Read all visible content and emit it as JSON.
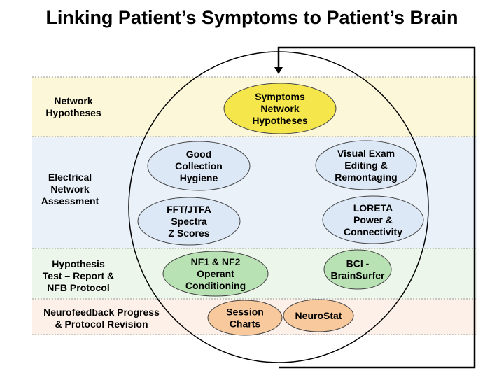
{
  "title": "Linking Patient’s Symptoms to Patient’s Brain",
  "colors": {
    "band_network": "#fbf7d8",
    "band_electrical": "#eaf1f9",
    "band_hypothesis": "#edf6ea",
    "band_progress": "#fdf0e8",
    "yellow_node": "#f5e64b",
    "blue_node": "#dde8f6",
    "green_node": "#b8e2b4",
    "orange_node": "#f7c99c",
    "node_stroke": "#444444"
  },
  "bands": [
    {
      "label_lines": [
        "Network",
        "Hypotheses"
      ]
    },
    {
      "label_lines": [
        "Electrical",
        "Network",
        "Assessment"
      ]
    },
    {
      "label_lines": [
        "Hypothesis",
        "Test – Report &",
        "NFB Protocol"
      ]
    },
    {
      "label_lines": [
        "Neurofeedback Progress",
        "& Protocol Revision"
      ]
    }
  ],
  "nodes": [
    {
      "id": "symptoms",
      "lines": [
        "Symptoms",
        "Network",
        "Hypotheses"
      ],
      "color_key": "yellow_node"
    },
    {
      "id": "good-collection",
      "lines": [
        "Good",
        "Collection",
        "Hygiene"
      ],
      "color_key": "blue_node"
    },
    {
      "id": "visual-exam",
      "lines": [
        "Visual Exam",
        "Editing &",
        "Remontaging"
      ],
      "color_key": "blue_node"
    },
    {
      "id": "fft-jtfa",
      "lines": [
        "FFT/JTFA",
        "Spectra",
        "Z Scores"
      ],
      "color_key": "blue_node"
    },
    {
      "id": "loreta",
      "lines": [
        "LORETA",
        "Power &",
        "Connectivity"
      ],
      "color_key": "blue_node"
    },
    {
      "id": "nf1-nf2",
      "lines": [
        "NF1 & NF2",
        "Operant",
        "Conditioning"
      ],
      "color_key": "green_node"
    },
    {
      "id": "bci",
      "lines": [
        "BCI -",
        "BrainSurfer"
      ],
      "color_key": "green_node"
    },
    {
      "id": "session-charts",
      "lines": [
        "Session",
        "Charts"
      ],
      "color_key": "orange_node"
    },
    {
      "id": "neurostat",
      "lines": [
        "NeuroStat"
      ],
      "color_key": "orange_node"
    }
  ]
}
